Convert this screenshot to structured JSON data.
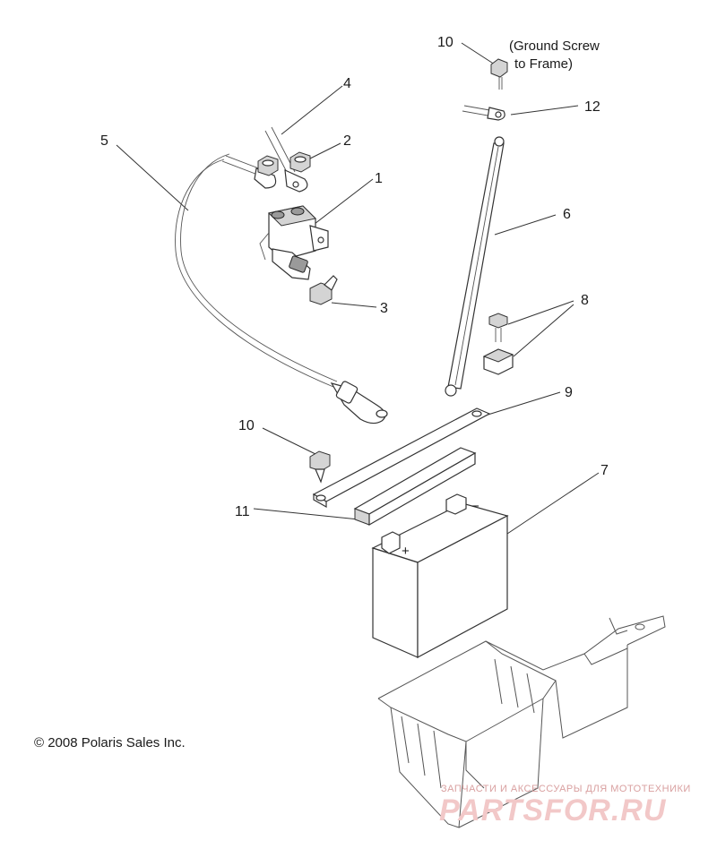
{
  "callouts": [
    {
      "id": "c1",
      "label": "1"
    },
    {
      "id": "c2",
      "label": "2"
    },
    {
      "id": "c3",
      "label": "3"
    },
    {
      "id": "c4",
      "label": "4"
    },
    {
      "id": "c5",
      "label": "5"
    },
    {
      "id": "c6",
      "label": "6"
    },
    {
      "id": "c7",
      "label": "7"
    },
    {
      "id": "c8",
      "label": "8"
    },
    {
      "id": "c9",
      "label": "9"
    },
    {
      "id": "c10a",
      "label": "10"
    },
    {
      "id": "c10b",
      "label": "10"
    },
    {
      "id": "c11",
      "label": "11"
    },
    {
      "id": "c12",
      "label": "12"
    }
  ],
  "note": {
    "line1": "(Ground Screw",
    "line2": "to Frame)"
  },
  "battery": {
    "plus": "+",
    "minus": "−"
  },
  "copyright": "© 2008 Polaris Sales Inc.",
  "watermark": {
    "tagline": "ЗАПЧАСТИ И АКСЕССУАРЫ ДЛЯ МОТОТЕХНИКИ",
    "brand": "PARTSFOR.RU"
  }
}
